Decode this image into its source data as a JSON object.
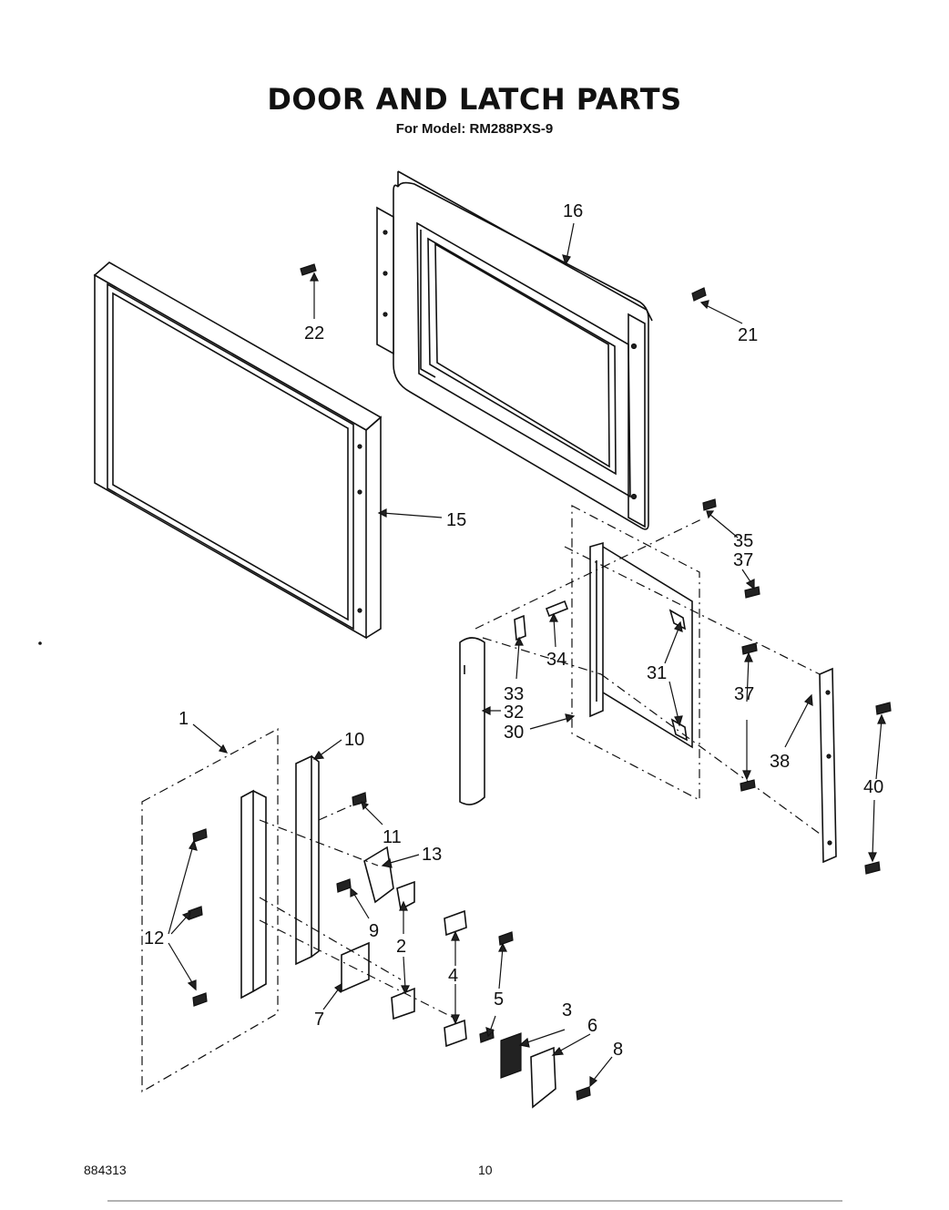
{
  "header": {
    "title": "DOOR AND LATCH PARTS",
    "model_label": "For Model:",
    "model_number": "RM288PXS-9"
  },
  "footer": {
    "doc_number": "884313",
    "page_number": "10"
  },
  "callouts": {
    "c1": "1",
    "c2": "2",
    "c3": "3",
    "c4": "4",
    "c5": "5",
    "c6": "6",
    "c7": "7",
    "c8": "8",
    "c9": "9",
    "c10": "10",
    "c11": "11",
    "c12": "12",
    "c13": "13",
    "c15": "15",
    "c16": "16",
    "c21": "21",
    "c22": "22",
    "c30": "30",
    "c31": "31",
    "c32": "32",
    "c33": "33",
    "c34": "34",
    "c35": "35",
    "c37a": "37",
    "c37b": "37",
    "c38": "38",
    "c40": "40"
  }
}
